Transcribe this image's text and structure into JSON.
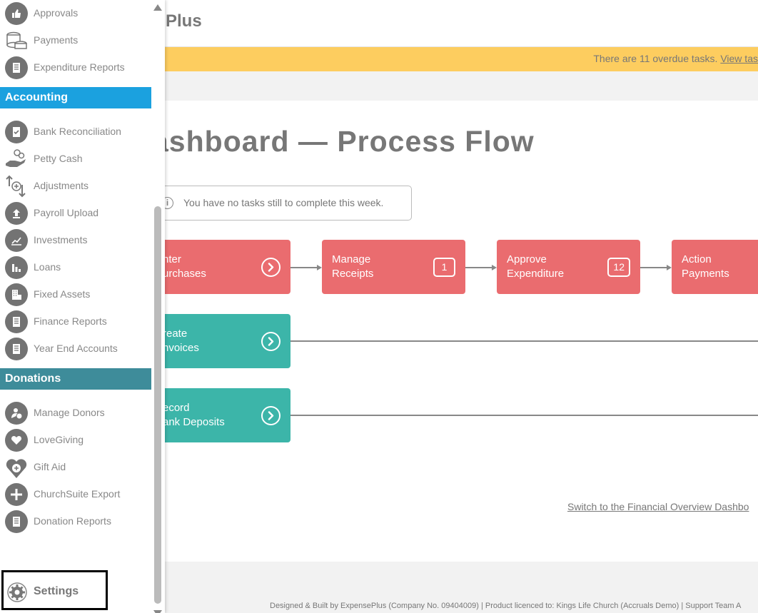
{
  "app": {
    "logo_text": "Plus"
  },
  "alert": {
    "text": "There are 11 overdue tasks.",
    "link": "View tas"
  },
  "page": {
    "title": "ashboard — Process Flow"
  },
  "info": {
    "text": "You have no tasks still to complete this week."
  },
  "flow": {
    "cards": [
      {
        "label": "nter\nurchases",
        "color": "red"
      },
      {
        "label": "Manage\nReceipts",
        "badge": "1",
        "color": "red"
      },
      {
        "label": "Approve\nExpenditure",
        "badge": "12",
        "color": "red"
      },
      {
        "label": "Action\nPayments",
        "color": "red"
      },
      {
        "label": "reate\nnvoices",
        "color": "teal"
      },
      {
        "label": "ecord\nank Deposits",
        "color": "teal"
      }
    ]
  },
  "switch_link": "Switch to the Financial Overview Dashbo",
  "footer": "Designed & Built by ExpensePlus (Company No. 09404009) | Product licenced to: Kings Life Church (Accruals Demo) | Support Team A",
  "sidebar": {
    "items_top": [
      {
        "label": "Approvals",
        "icon": "thumbs-up-icon"
      },
      {
        "label": "Payments",
        "icon": "coins-icon"
      },
      {
        "label": "Expenditure Reports",
        "icon": "report-icon"
      }
    ],
    "accounting_header": "Accounting",
    "accounting_items": [
      {
        "label": "Bank Reconciliation",
        "icon": "checklist-icon"
      },
      {
        "label": "Petty Cash",
        "icon": "hand-coins-icon"
      },
      {
        "label": "Adjustments",
        "icon": "adjust-arrows-icon"
      },
      {
        "label": "Payroll Upload",
        "icon": "upload-icon"
      },
      {
        "label": "Investments",
        "icon": "trend-chart-icon"
      },
      {
        "label": "Loans",
        "icon": "bar-chart-icon"
      },
      {
        "label": "Fixed Assets",
        "icon": "building-icon"
      },
      {
        "label": "Finance Reports",
        "icon": "report-icon"
      },
      {
        "label": "Year End Accounts",
        "icon": "report-icon"
      }
    ],
    "donations_header": "Donations",
    "donations_items": [
      {
        "label": "Manage Donors",
        "icon": "donor-pound-icon"
      },
      {
        "label": "LoveGiving",
        "icon": "heart-icon"
      },
      {
        "label": "Gift Aid",
        "icon": "heart-plus-icon"
      },
      {
        "label": "ChurchSuite Export",
        "icon": "export-icon"
      },
      {
        "label": "Donation Reports",
        "icon": "report-icon"
      }
    ],
    "settings_label": "Settings"
  },
  "colors": {
    "accounting": "#1ba1df",
    "donations": "#3e8c9a",
    "red_card": "#ea6c6f",
    "teal_card": "#3cb5a9",
    "alert": "#fdcd5f"
  }
}
